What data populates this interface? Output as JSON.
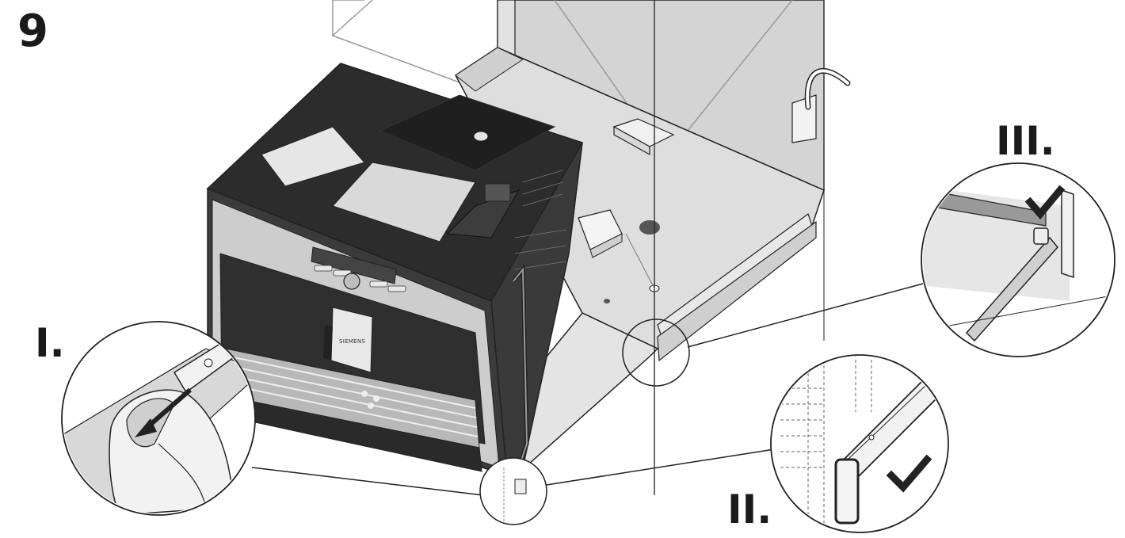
{
  "step_number": "9",
  "steps": [
    {
      "id": "I",
      "label": "I."
    },
    {
      "id": "II",
      "label": "II."
    },
    {
      "id": "III",
      "label": "III."
    }
  ],
  "appliance": {
    "brand": "SIEMENS"
  },
  "marks": {
    "checkmark_icon": "checkmark-icon",
    "arrow_icon": "arrow-icon"
  },
  "colors": {
    "line": "#222222",
    "appliance_dark": "#3a3a3a",
    "appliance_top": "#2b2b2b",
    "steel": "#c8c8c8",
    "niche_gray": "#dcdcdc",
    "wall_gray": "#d0d0d0"
  }
}
